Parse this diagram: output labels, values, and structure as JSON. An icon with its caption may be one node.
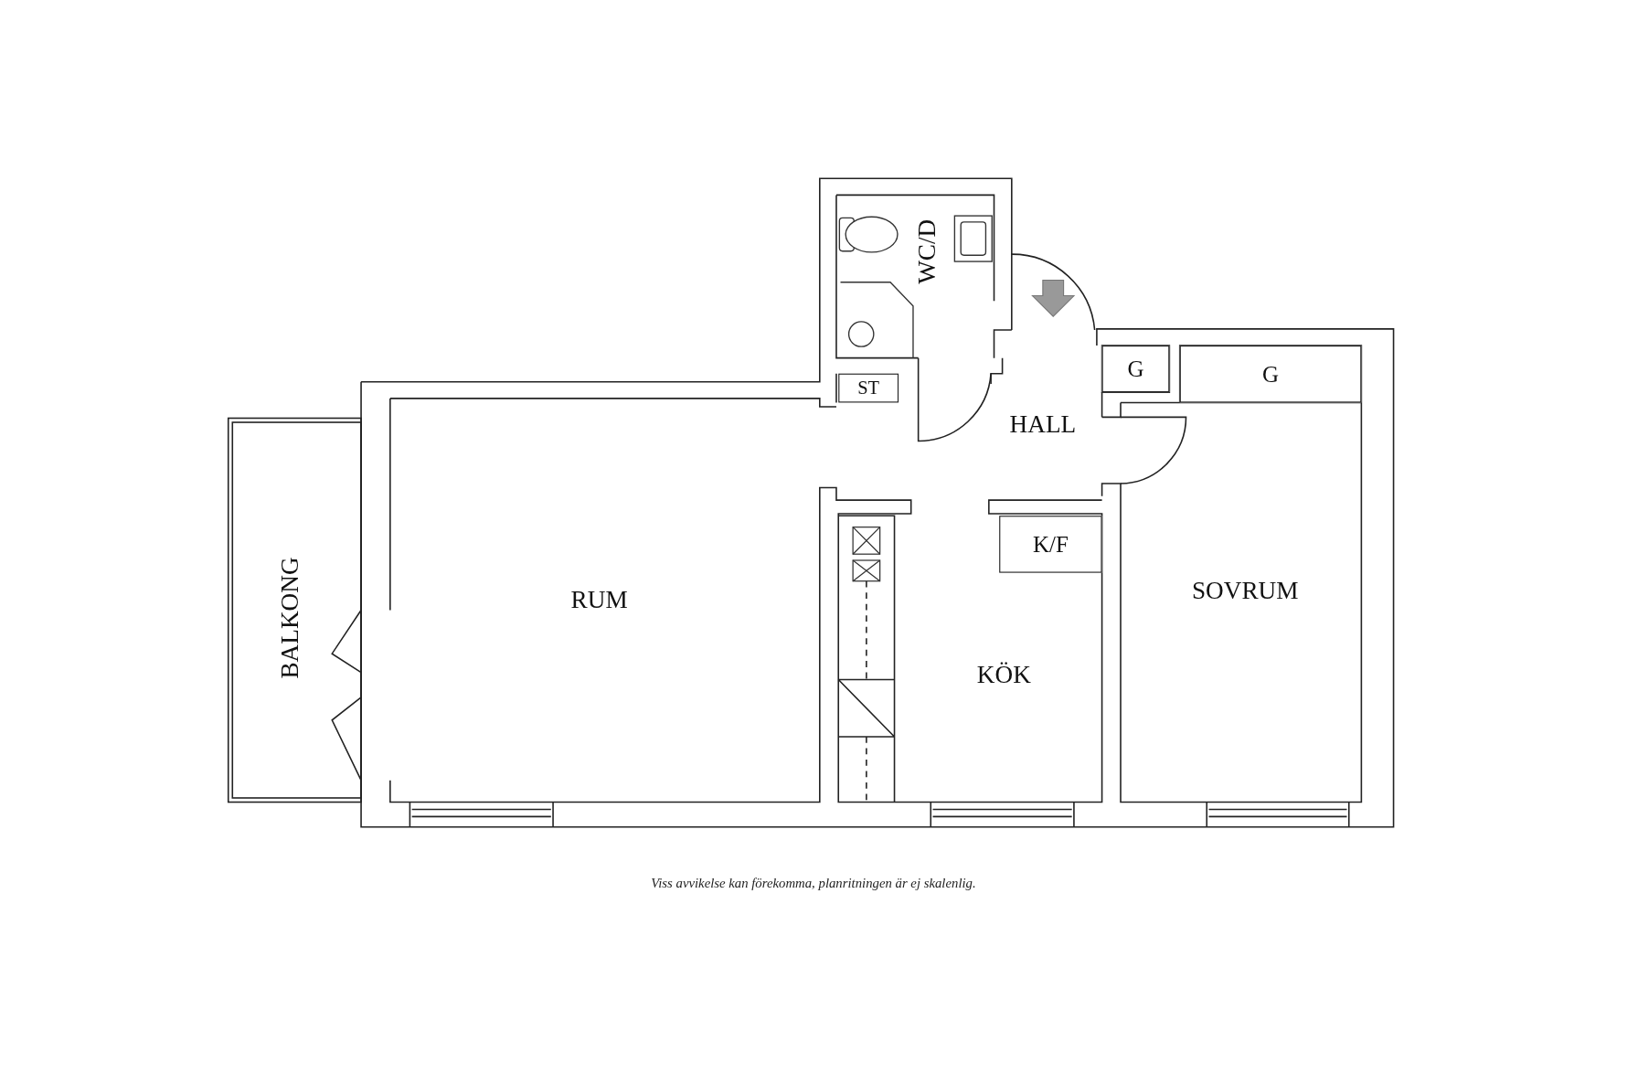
{
  "diagram": {
    "caption": "Viss avvikelse kan förekomma, planritningen är ej skalenlig.",
    "nodes": [
      {
        "text": [
          "WC/D"
        ]
      },
      {
        "text": [
          "ST"
        ]
      },
      {
        "text": [
          "G"
        ]
      },
      {
        "text": [
          "G"
        ]
      },
      {
        "text": [
          "HALL"
        ]
      },
      {
        "text": [
          "K/F"
        ]
      },
      {
        "text": [
          "BALKONG"
        ]
      },
      {
        "text": [
          "RUM"
        ]
      },
      {
        "text": [
          "SOVRUM"
        ]
      },
      {
        "text": [
          "KÖK"
        ]
      }
    ]
  }
}
